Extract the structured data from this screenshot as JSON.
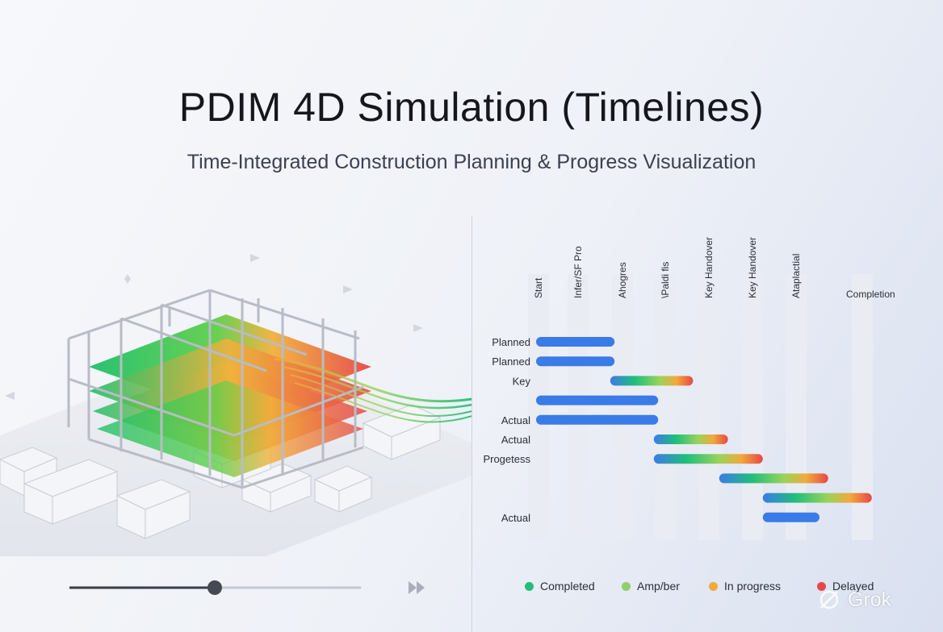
{
  "header": {
    "title": "PDIM 4D Simulation (Timelines)",
    "subtitle": "Time-Integrated Construction Planning & Progress Visualization"
  },
  "colors": {
    "completed": "#1fbf7a",
    "amber_legend": "#8fd06a",
    "in_progress": "#f2a93b",
    "delayed": "#e64848",
    "planned_bar": "#3b7be8",
    "column_band": "#e9ecf3",
    "frame": "#b8bcc6"
  },
  "timeline": {
    "milestones": [
      {
        "label": "Start"
      },
      {
        "label": "Infer/SF Pro"
      },
      {
        "label": "Ahogres"
      },
      {
        "label": "\\Paldi fis"
      },
      {
        "label": "Key Handover"
      },
      {
        "label": "Key Handover"
      },
      {
        "label": "Ataplactial"
      },
      {
        "label": "Completion"
      }
    ],
    "row_labels": [
      {
        "label": "Planned",
        "row": 0
      },
      {
        "label": "Planned",
        "row": 1
      },
      {
        "label": "Key",
        "row": 2
      },
      {
        "label": "Actual",
        "row": 4
      },
      {
        "label": "Actual",
        "row": 5
      },
      {
        "label": "Progetess",
        "row": 6
      },
      {
        "label": "Actual",
        "row": 9
      }
    ],
    "bars": [
      {
        "row": 0,
        "start": 0,
        "end": 1.8,
        "style": "planned"
      },
      {
        "row": 1,
        "start": 0,
        "end": 1.8,
        "style": "planned"
      },
      {
        "row": 2,
        "start": 1.7,
        "end": 3.6,
        "style": "gradient"
      },
      {
        "row": 3,
        "start": 0,
        "end": 2.8,
        "style": "planned"
      },
      {
        "row": 4,
        "start": 0,
        "end": 2.8,
        "style": "planned"
      },
      {
        "row": 5,
        "start": 2.7,
        "end": 4.4,
        "style": "gradient"
      },
      {
        "row": 6,
        "start": 2.7,
        "end": 5.2,
        "style": "gradient"
      },
      {
        "row": 7,
        "start": 4.2,
        "end": 6.7,
        "style": "gradient"
      },
      {
        "row": 8,
        "start": 5.2,
        "end": 7.7,
        "style": "gradient"
      },
      {
        "row": 9,
        "start": 5.2,
        "end": 6.5,
        "style": "planned"
      }
    ]
  },
  "playback": {
    "progress": 0.5,
    "forward_icon": "fast-forward-icon"
  },
  "legend": [
    {
      "label": "Completed",
      "color": "#1fbf7a"
    },
    {
      "label": "Amp/ber",
      "color": "#8fd06a"
    },
    {
      "label": "In progress",
      "color": "#f2a93b"
    },
    {
      "label": "Delayed",
      "color": "#e64848"
    }
  ],
  "watermark": {
    "brand": "Grok",
    "icon": "grok-logo-icon"
  }
}
